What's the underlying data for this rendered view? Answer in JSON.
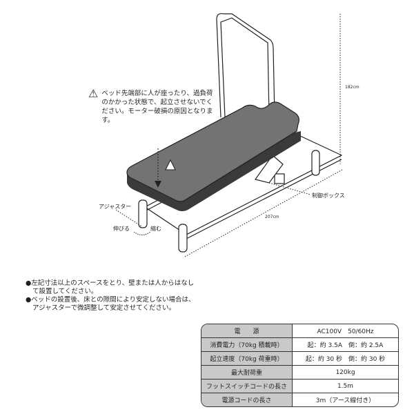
{
  "warning": {
    "icon": "warning-triangle-icon",
    "text": "ベッド先端部に人が座ったり、過負荷のかかった状態で、起立させないでください。モーター破損の原因となります。"
  },
  "labels": {
    "height": "182cm",
    "length": "207cm",
    "control_box": "制御ボックス",
    "adjuster": "アジャスター",
    "extend": "伸びる",
    "shrink": "縮む"
  },
  "notes": [
    "●左記寸法以上のスペースをとり、壁または人からはなして設置してください。",
    "●ベッドの設置後、床との隙間により安定しない場合は、アジャスターで微調整して安定させてください。"
  ],
  "spec_table": [
    {
      "key": "電　　源",
      "value": "AC100V　50/60Hz"
    },
    {
      "key": "消費電力（70kg 積載時）",
      "value": "起：約 3.5A　倒：約 2.5A"
    },
    {
      "key": "起立速度（70kg 荷重時）",
      "value": "起：約 30 秒　倒：約 30 秒"
    },
    {
      "key": "最大耐荷重",
      "value": "120kg"
    },
    {
      "key": "フットスイッチコードの長さ",
      "value": "1.5m"
    },
    {
      "key": "電源コードの長さ",
      "value": "3m（アース線付き）"
    }
  ]
}
